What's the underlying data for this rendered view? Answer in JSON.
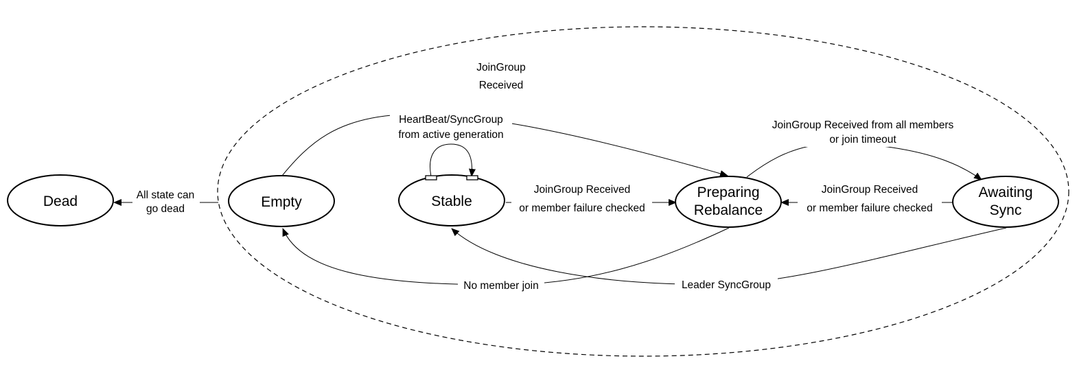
{
  "states": {
    "dead": "Dead",
    "empty": "Empty",
    "stable": "Stable",
    "preparing_rebalance": [
      "Preparing",
      "Rebalance"
    ],
    "awaiting_sync": [
      "Awaiting",
      "Sync"
    ]
  },
  "transitions": {
    "all_to_dead": [
      "All state can",
      "go dead"
    ],
    "empty_to_preparing": [
      "JoinGroup",
      "Received"
    ],
    "stable_self": [
      "HeartBeat/SyncGroup",
      "from active generation"
    ],
    "stable_to_preparing": [
      "JoinGroup Received",
      "or member failure checked"
    ],
    "preparing_to_awaiting": [
      "JoinGroup Received from all members",
      "or join timeout"
    ],
    "awaiting_to_preparing": [
      "JoinGroup Received",
      "or member failure checked"
    ],
    "preparing_to_empty": "No member join",
    "awaiting_to_stable": "Leader SyncGroup"
  }
}
